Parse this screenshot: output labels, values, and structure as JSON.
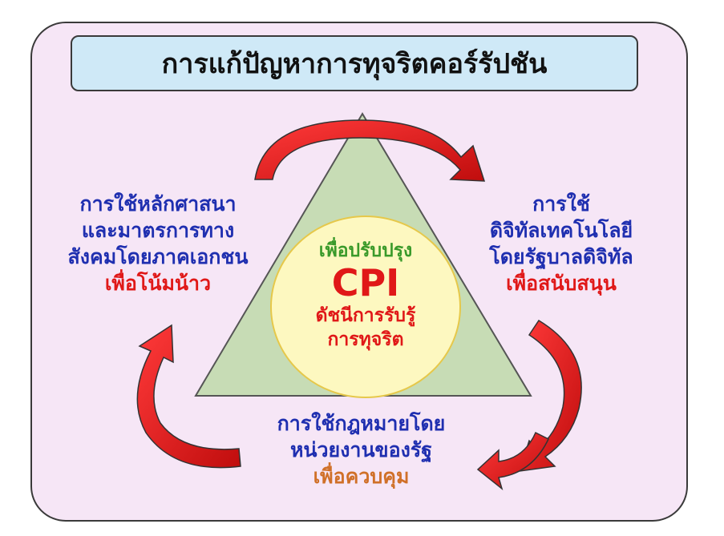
{
  "title": "การแก้ปัญหาการทุจริตคอร์รัปชัน",
  "left": {
    "line1": "การใช้หลักศาสนา",
    "line2": "และมาตรการทาง",
    "line3": "สังคมโดยภาคเอกชน",
    "line4": "เพื่อโน้มน้าว"
  },
  "right": {
    "line1": "การใช้",
    "line2": "ดิจิทัลเทคโนโลยี",
    "line3": "โดยรัฐบาลดิจิทัล",
    "line4": "เพื่อสนับสนุน"
  },
  "bottom": {
    "line1": "การใช้กฎหมายโดย",
    "line2": "หน่วยงานของรัฐ",
    "line3": "เพื่อควบคุม"
  },
  "center": {
    "line1": "เพื่อปรับปรุง",
    "line2": "CPI",
    "line3": "ดัชนีการรับรู้",
    "line4": "การทุจริต"
  },
  "colors": {
    "frame_bg": "#f6e6f6",
    "title_bg": "#cfe9f7",
    "triangle_fill": "#c7dcb5",
    "circle_fill": "#fdf8c0",
    "arrow_red": "#e21d1d",
    "blue_text": "#1f2fb0",
    "red_text": "#e01818",
    "green_text": "#3a9a2a",
    "orange_text": "#d07028"
  }
}
